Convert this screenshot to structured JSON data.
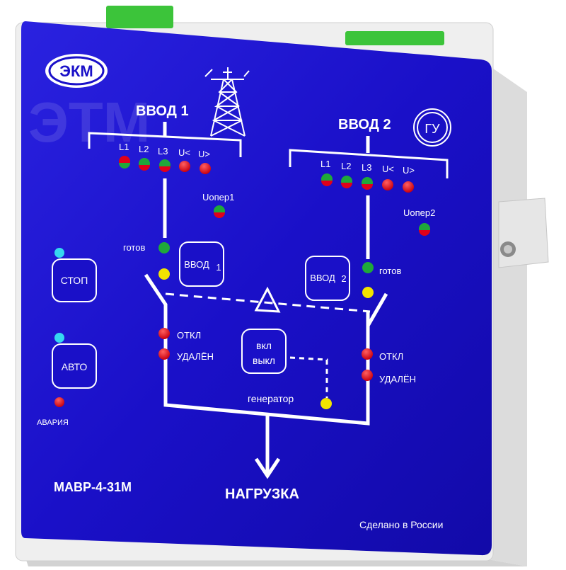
{
  "brand": {
    "logo": "ЭКМ",
    "watermark": "ЭТМ"
  },
  "model": "МАВР-4-31М",
  "made_in": "Сделано в России",
  "load_label": "НАГРУЗКА",
  "input1": {
    "title": "ВВОД 1",
    "phases": [
      "L1",
      "L2",
      "L3",
      "U<",
      "U>"
    ],
    "uoper": "Uопер1",
    "ready": "готов",
    "button": {
      "line1": "ВВОД",
      "line2": "1"
    },
    "off": "ОТКЛ",
    "remote": "УДАЛЁН",
    "icon": "power-tower-icon"
  },
  "input2": {
    "title": "ВВОД 2",
    "phases": [
      "L1",
      "L2",
      "L3",
      "U<",
      "U>"
    ],
    "uoper": "Uопер2",
    "ready": "готов",
    "button": {
      "line1": "ВВОД",
      "line2": "2"
    },
    "off": "ОТКЛ",
    "remote": "УДАЛЁН",
    "badge": "ГУ"
  },
  "stop_button": "СТОП",
  "auto_button": "АВТО",
  "alarm": "АВАРИЯ",
  "gen_button": {
    "line1": "вкл",
    "line2": "выкл"
  },
  "generator": "генератор",
  "colors": {
    "panel": "#1a10c8",
    "red_led": "#e0001a",
    "green_led": "#1fa83a",
    "yellow_led": "#f2e400",
    "cyan_led": "#35d8f0",
    "clip": "#3cc43a",
    "housing": "#e9e9e9"
  }
}
